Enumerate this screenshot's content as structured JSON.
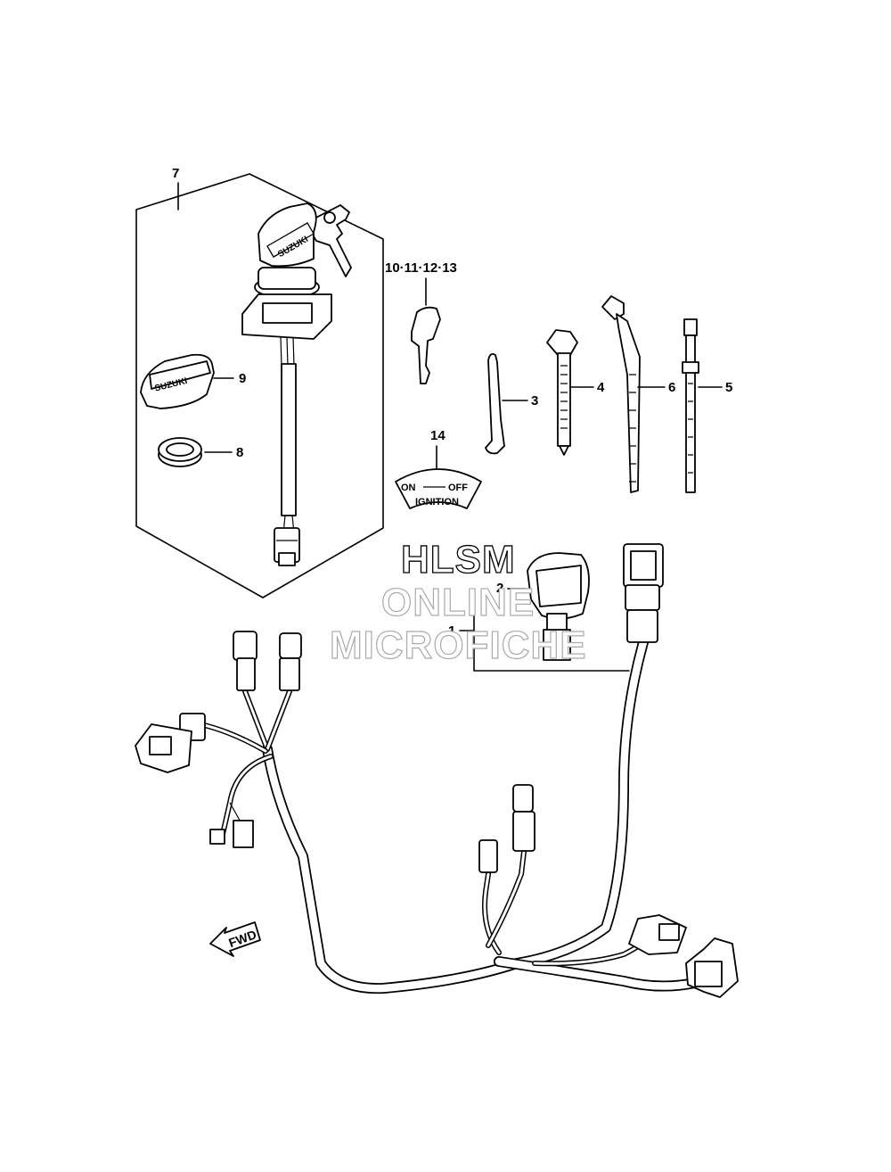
{
  "callouts": {
    "c1": "1",
    "c2": "2",
    "c3": "3",
    "c4": "4",
    "c5": "5",
    "c6": "6",
    "c7": "7",
    "c8": "8",
    "c9": "9",
    "c10_13": "10·11·12·13",
    "c14": "14"
  },
  "decal": {
    "on": "ON",
    "off": "OFF",
    "ignition": "IGNITION"
  },
  "brand_text": "SUZUKI",
  "fwd_arrow": "FWD",
  "watermark": {
    "line1": "HLSM",
    "line2": "ONLINE",
    "line3": "MICROFICHE"
  }
}
